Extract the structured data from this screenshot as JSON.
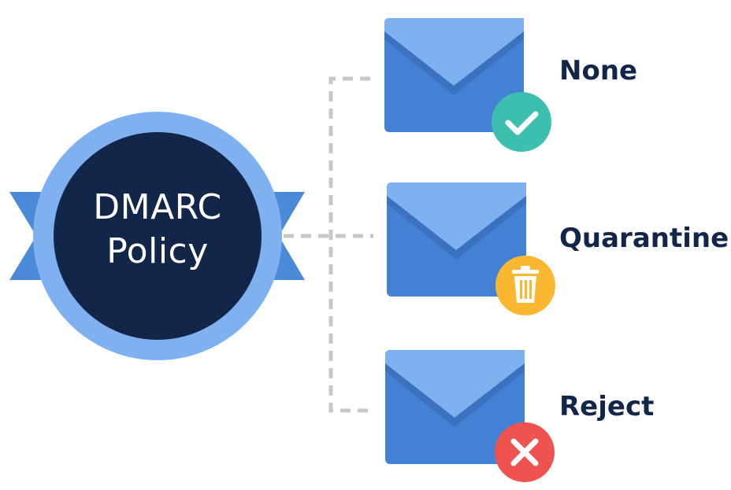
{
  "policy": {
    "line1": "DMARC",
    "line2": "Policy"
  },
  "options": [
    {
      "label": "None",
      "status_icon": "check-icon",
      "status_color": "#3dbfb0"
    },
    {
      "label": "Quarantine",
      "status_icon": "trash-icon",
      "status_color": "#fbb730"
    },
    {
      "label": "Reject",
      "status_icon": "x-icon",
      "status_color": "#ef5350"
    }
  ],
  "colors": {
    "badge_outer": "#7fb0ef",
    "badge_inner": "#12264a",
    "ribbon": "#4a8ad8",
    "envelope_body": "#4381d4",
    "envelope_flap": "#7fb0ef",
    "connector": "#c8c8c8",
    "label_text": "#12264a"
  }
}
